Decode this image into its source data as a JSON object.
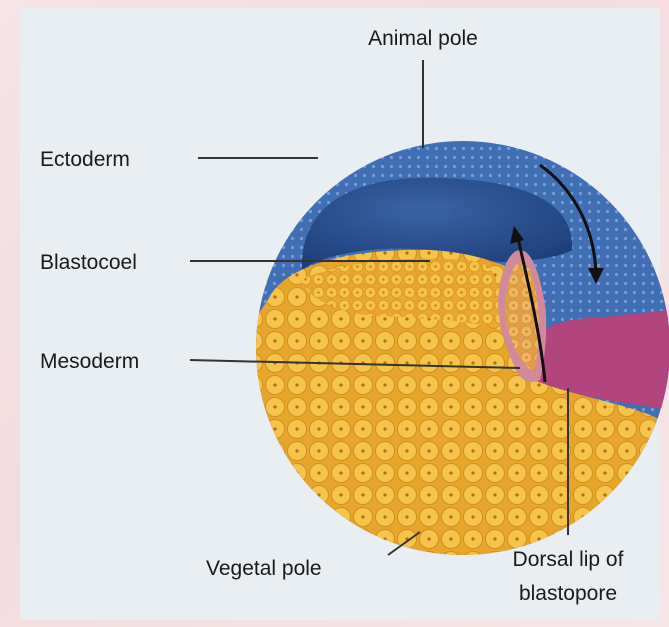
{
  "labels": {
    "animal_pole": "Animal pole",
    "ectoderm": "Ectoderm",
    "blastocoel": "Blastocoel",
    "mesoderm": "Mesoderm",
    "vegetal_pole": "Vegetal pole",
    "dorsal_lip_line1": "Dorsal lip of",
    "dorsal_lip_line2": "blastopore"
  },
  "colors": {
    "ectoderm": "#3f6bb3",
    "blastocoel": "#2f5593",
    "endoderm_yolk": "#efb838",
    "mesoderm": "#b2447e",
    "panel": "#e8eef1",
    "background": "#f5e1e3"
  }
}
